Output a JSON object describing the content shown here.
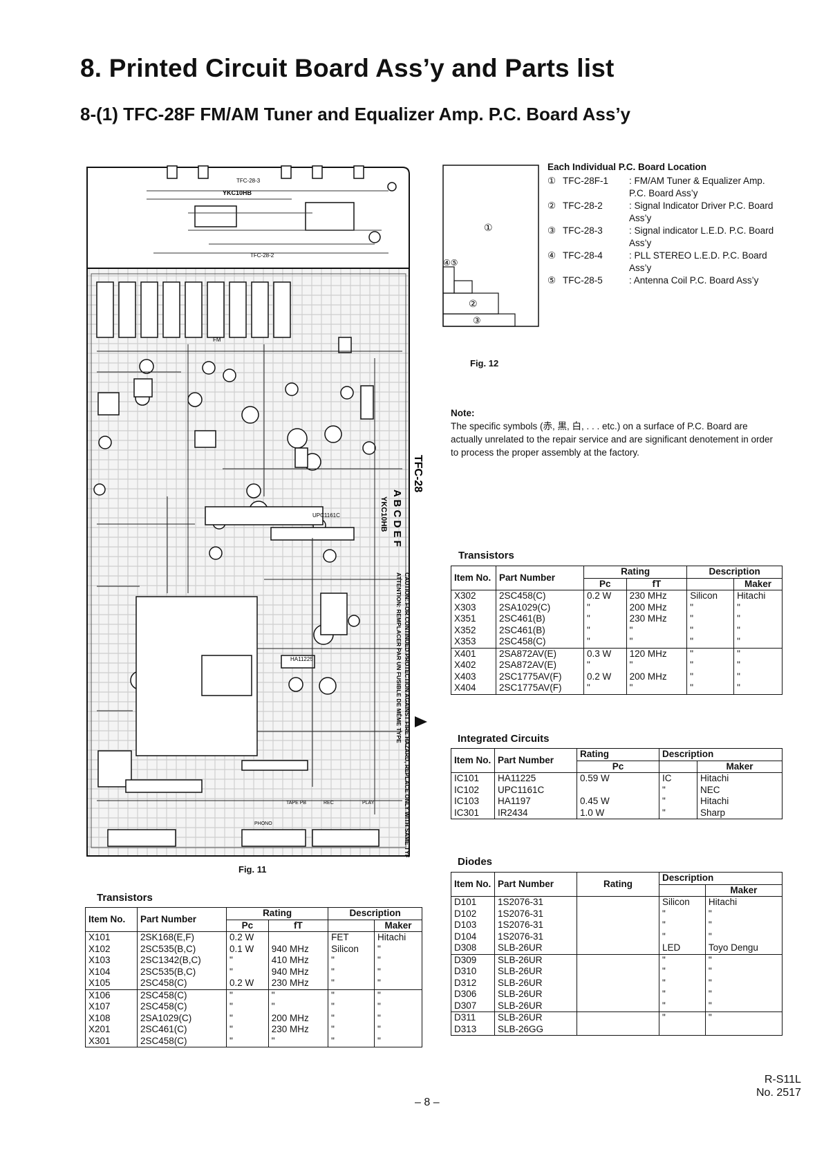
{
  "title": "8. Printed Circuit Board Ass’y and Parts list",
  "subtitle": "8-(1) TFC-28F FM/AM Tuner and Equalizer Amp. P.C. Board Ass’y",
  "pcb_figure": {
    "caption": "Fig. 11",
    "labels": {
      "tfc283": "TFC-28-3",
      "tfc282": "TFC-28-2",
      "ykc10hb": "YKC10HB",
      "tfc28": "TFC-28",
      "abcdef": "A B C D E F",
      "caution": "CAUTION: FOR CONTINUED PROTECTION AGAINST FIRE HAZARD, REPLACE ONLY WITH SAME TYPE FUSE",
      "attention": "ATTENTION: REMPLACER PAR UN FUSIBLE DE MÊME TYPE",
      "upc": "UPC1161C",
      "ha": "HA11225",
      "phono": "PHONO",
      "tape": "TAPE PB",
      "rec": "REC",
      "play": "PLAY",
      "fm": "FM"
    }
  },
  "location_figure": {
    "caption": "Fig. 12",
    "marks": [
      "①",
      "④⑤",
      "②",
      "③"
    ]
  },
  "board_locations": {
    "heading": "Each Individual P.C. Board Location",
    "items": [
      {
        "num": "①",
        "code": "TFC-28F-1",
        "desc": ": FM/AM Tuner & Equalizer Amp. P.C. Board Ass’y"
      },
      {
        "num": "②",
        "code": "TFC-28-2",
        "desc": ": Signal Indicator Driver P.C. Board Ass’y"
      },
      {
        "num": "③",
        "code": "TFC-28-3",
        "desc": ": Signal indicator L.E.D. P.C. Board Ass’y"
      },
      {
        "num": "④",
        "code": "TFC-28-4",
        "desc": ": PLL STEREO L.E.D. P.C. Board Ass’y"
      },
      {
        "num": "⑤",
        "code": "TFC-28-5",
        "desc": ": Antenna Coil P.C. Board Ass’y"
      }
    ]
  },
  "note": {
    "heading": "Note:",
    "text": "The specific symbols (赤, 黒, 白, . . . etc.) on a surface of P.C. Board are actually unrelated to the repair service and are significant denotement in order to process the proper assembly at the factory."
  },
  "headers": {
    "item_no": "Item No.",
    "part_number": "Part Number",
    "rating": "Rating",
    "description": "Description",
    "pc": "Pc",
    "ft": "fT",
    "maker": "Maker"
  },
  "transistors_left": {
    "title": "Transistors",
    "rows": [
      {
        "item": "X101",
        "part": "2SK168(E,F)",
        "pc": "0.2 W",
        "ft": "",
        "desc": "FET",
        "maker": "Hitachi"
      },
      {
        "item": "X102",
        "part": "2SC535(B,C)",
        "pc": "0.1 W",
        "ft": "940 MHz",
        "desc": "Silicon",
        "maker": "\""
      },
      {
        "item": "X103",
        "part": "2SC1342(B,C)",
        "pc": "\"",
        "ft": "410 MHz",
        "desc": "\"",
        "maker": "\""
      },
      {
        "item": "X104",
        "part": "2SC535(B,C)",
        "pc": "\"",
        "ft": "940 MHz",
        "desc": "\"",
        "maker": "\""
      },
      {
        "item": "X105",
        "part": "2SC458(C)",
        "pc": "0.2 W",
        "ft": "230 MHz",
        "desc": "\"",
        "maker": "\""
      },
      {
        "item": "X106",
        "part": "2SC458(C)",
        "pc": "\"",
        "ft": "\"",
        "desc": "\"",
        "maker": "\""
      },
      {
        "item": "X107",
        "part": "2SC458(C)",
        "pc": "\"",
        "ft": "\"",
        "desc": "\"",
        "maker": "\""
      },
      {
        "item": "X108",
        "part": "2SA1029(C)",
        "pc": "\"",
        "ft": "200 MHz",
        "desc": "\"",
        "maker": "\""
      },
      {
        "item": "X201",
        "part": "2SC461(C)",
        "pc": "\"",
        "ft": "230 MHz",
        "desc": "\"",
        "maker": "\""
      },
      {
        "item": "X301",
        "part": "2SC458(C)",
        "pc": "\"",
        "ft": "\"",
        "desc": "\"",
        "maker": "\""
      }
    ]
  },
  "transistors_right": {
    "title": "Transistors",
    "rows": [
      {
        "item": "X302",
        "part": "2SC458(C)",
        "pc": "0.2 W",
        "ft": "230 MHz",
        "desc": "Silicon",
        "maker": "Hitachi"
      },
      {
        "item": "X303",
        "part": "2SA1029(C)",
        "pc": "\"",
        "ft": "200 MHz",
        "desc": "\"",
        "maker": "\""
      },
      {
        "item": "X351",
        "part": "2SC461(B)",
        "pc": "\"",
        "ft": "230 MHz",
        "desc": "\"",
        "maker": "\""
      },
      {
        "item": "X352",
        "part": "2SC461(B)",
        "pc": "\"",
        "ft": "\"",
        "desc": "\"",
        "maker": "\""
      },
      {
        "item": "X353",
        "part": "2SC458(C)",
        "pc": "\"",
        "ft": "\"",
        "desc": "\"",
        "maker": "\""
      },
      {
        "item": "X401",
        "part": "2SA872AV(E)",
        "pc": "0.3 W",
        "ft": "120 MHz",
        "desc": "\"",
        "maker": "\""
      },
      {
        "item": "X402",
        "part": "2SA872AV(E)",
        "pc": "\"",
        "ft": "\"",
        "desc": "\"",
        "maker": "\""
      },
      {
        "item": "X403",
        "part": "2SC1775AV(F)",
        "pc": "0.2 W",
        "ft": "200 MHz",
        "desc": "\"",
        "maker": "\""
      },
      {
        "item": "X404",
        "part": "2SC1775AV(F)",
        "pc": "\"",
        "ft": "\"",
        "desc": "\"",
        "maker": "\""
      }
    ]
  },
  "integrated_circuits": {
    "title": "Integrated Circuits",
    "rows": [
      {
        "item": "IC101",
        "part": "HA11225",
        "pc": "0.59 W",
        "desc": "IC",
        "maker": "Hitachi"
      },
      {
        "item": "IC102",
        "part": "UPC1161C",
        "pc": "",
        "desc": "\"",
        "maker": "NEC"
      },
      {
        "item": "IC103",
        "part": "HA1197",
        "pc": "0.45 W",
        "desc": "\"",
        "maker": "Hitachi"
      },
      {
        "item": "IC301",
        "part": "IR2434",
        "pc": "1.0 W",
        "desc": "\"",
        "maker": "Sharp"
      }
    ]
  },
  "diodes": {
    "title": "Diodes",
    "rows": [
      {
        "item": "D101",
        "part": "1S2076-31",
        "desc": "Silicon",
        "maker": "Hitachi"
      },
      {
        "item": "D102",
        "part": "1S2076-31",
        "desc": "\"",
        "maker": "\""
      },
      {
        "item": "D103",
        "part": "1S2076-31",
        "desc": "\"",
        "maker": "\""
      },
      {
        "item": "D104",
        "part": "1S2076-31",
        "desc": "\"",
        "maker": "\""
      },
      {
        "item": "D308",
        "part": "SLB-26UR",
        "desc": "LED",
        "maker": "Toyo Dengu"
      },
      {
        "item": "D309",
        "part": "SLB-26UR",
        "desc": "\"",
        "maker": "\""
      },
      {
        "item": "D310",
        "part": "SLB-26UR",
        "desc": "\"",
        "maker": "\""
      },
      {
        "item": "D312",
        "part": "SLB-26UR",
        "desc": "\"",
        "maker": "\""
      },
      {
        "item": "D306",
        "part": "SLB-26UR",
        "desc": "\"",
        "maker": "\""
      },
      {
        "item": "D307",
        "part": "SLB-26UR",
        "desc": "\"",
        "maker": "\""
      },
      {
        "item": "D311",
        "part": "SLB-26UR",
        "desc": "\"",
        "maker": "\""
      },
      {
        "item": "D313",
        "part": "SLB-26GG",
        "desc": "",
        "maker": ""
      }
    ]
  },
  "footer": {
    "page": "– 8 –",
    "model": "R-S11L",
    "doc_no": "No. 2517"
  }
}
